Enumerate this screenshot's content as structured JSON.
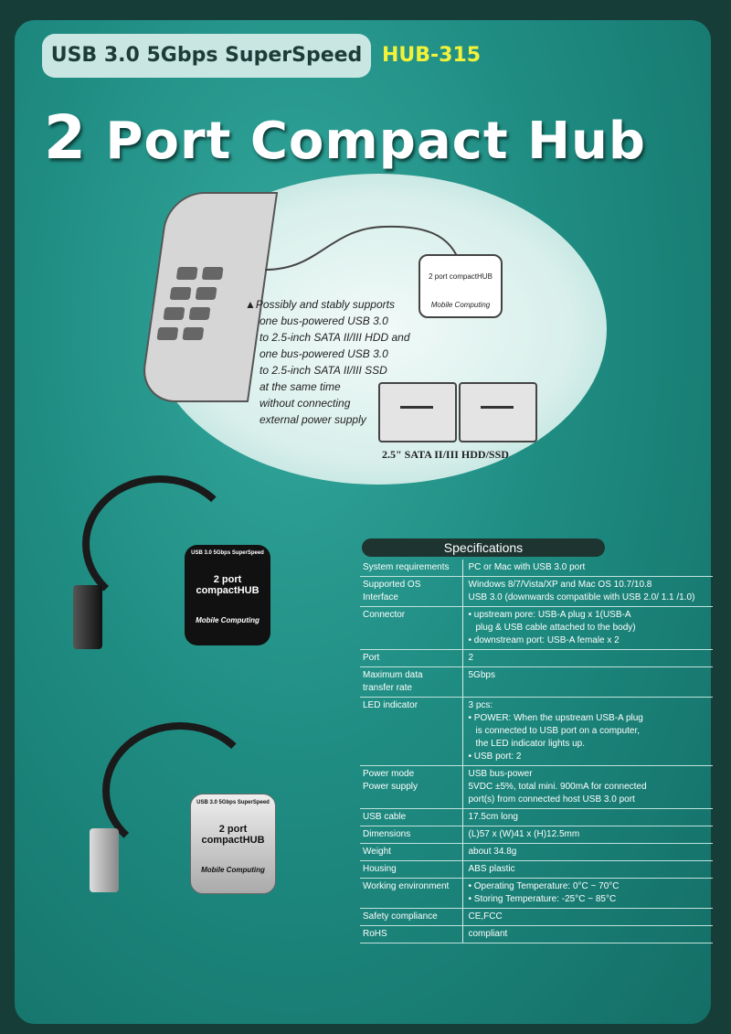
{
  "header": {
    "tagline": "USB 3.0 5Gbps SuperSpeed",
    "model": "HUB-315",
    "title_num": "2",
    "title_rest": " Port Compact Hub"
  },
  "illustration": {
    "note": [
      "▲Possibly and stably supports",
      "one bus-powered USB 3.0",
      "to 2.5-inch SATA II/III HDD and",
      "one bus-powered USB 3.0",
      "to 2.5-inch SATA II/III SSD",
      "at the same time",
      "without connecting",
      "external power supply"
    ],
    "hub_label": "2 port compactHUB",
    "hub_brand": "Mobile Computing",
    "drives_caption": "2.5\" SATA II/III HDD/SSD"
  },
  "products": {
    "top_label": "USB 3.0 5Gbps SuperSpeed",
    "device_label_1": "2 port",
    "device_label_2": "compactHUB",
    "brand": "Mobile Computing"
  },
  "colors": {
    "background": "#1f8c82",
    "accent": "#f2f23a"
  },
  "specs": {
    "title": "Specifications",
    "rows": [
      {
        "k": [
          "System requirements"
        ],
        "v": [
          "PC or Mac with USB 3.0 port"
        ]
      },
      {
        "k": [
          "Supported OS",
          "Interface"
        ],
        "v": [
          "Windows 8/7/Vista/XP and Mac OS 10.7/10.8",
          "USB 3.0 (downwards compatible with USB 2.0/ 1.1 /1.0)"
        ]
      },
      {
        "k": [
          "Connector"
        ],
        "v": [
          "upstream pore: USB-A plug x 1(USB-A",
          "plug & USB cable attached to the body)",
          "downstream port: USB-A female x 2"
        ]
      },
      {
        "k": [
          "Port"
        ],
        "v": [
          "2"
        ]
      },
      {
        "k": [
          "Maximum data",
          "transfer rate"
        ],
        "v": [
          "5Gbps"
        ]
      },
      {
        "k": [
          "LED indicator"
        ],
        "v": [
          "3 pcs:",
          "POWER: When the upstream USB-A plug",
          "is connected to USB port on a computer,",
          "the LED indicator lights up.",
          "USB port: 2"
        ]
      },
      {
        "k": [
          "Power mode",
          "Power supply"
        ],
        "v": [
          "USB bus-power",
          "5VDC ±5%, total mini. 900mA for connected",
          "port(s) from connected host USB 3.0 port"
        ]
      },
      {
        "k": [
          "USB cable"
        ],
        "v": [
          "17.5cm long"
        ]
      },
      {
        "k": [
          "Dimensions"
        ],
        "v": [
          "(L)57 x (W)41 x (H)12.5mm"
        ]
      },
      {
        "k": [
          "Weight"
        ],
        "v": [
          "about 34.8g"
        ]
      },
      {
        "k": [
          "Housing"
        ],
        "v": [
          "ABS plastic"
        ]
      },
      {
        "k": [
          "Working environment"
        ],
        "v": [
          "Operating Temperature: 0°C ~ 70°C",
          "Storing Temperature: -25°C ~ 85°C"
        ]
      },
      {
        "k": [
          "Safety compliance"
        ],
        "v": [
          "CE,FCC"
        ]
      },
      {
        "k": [
          "RoHS"
        ],
        "v": [
          "compliant"
        ]
      }
    ]
  }
}
